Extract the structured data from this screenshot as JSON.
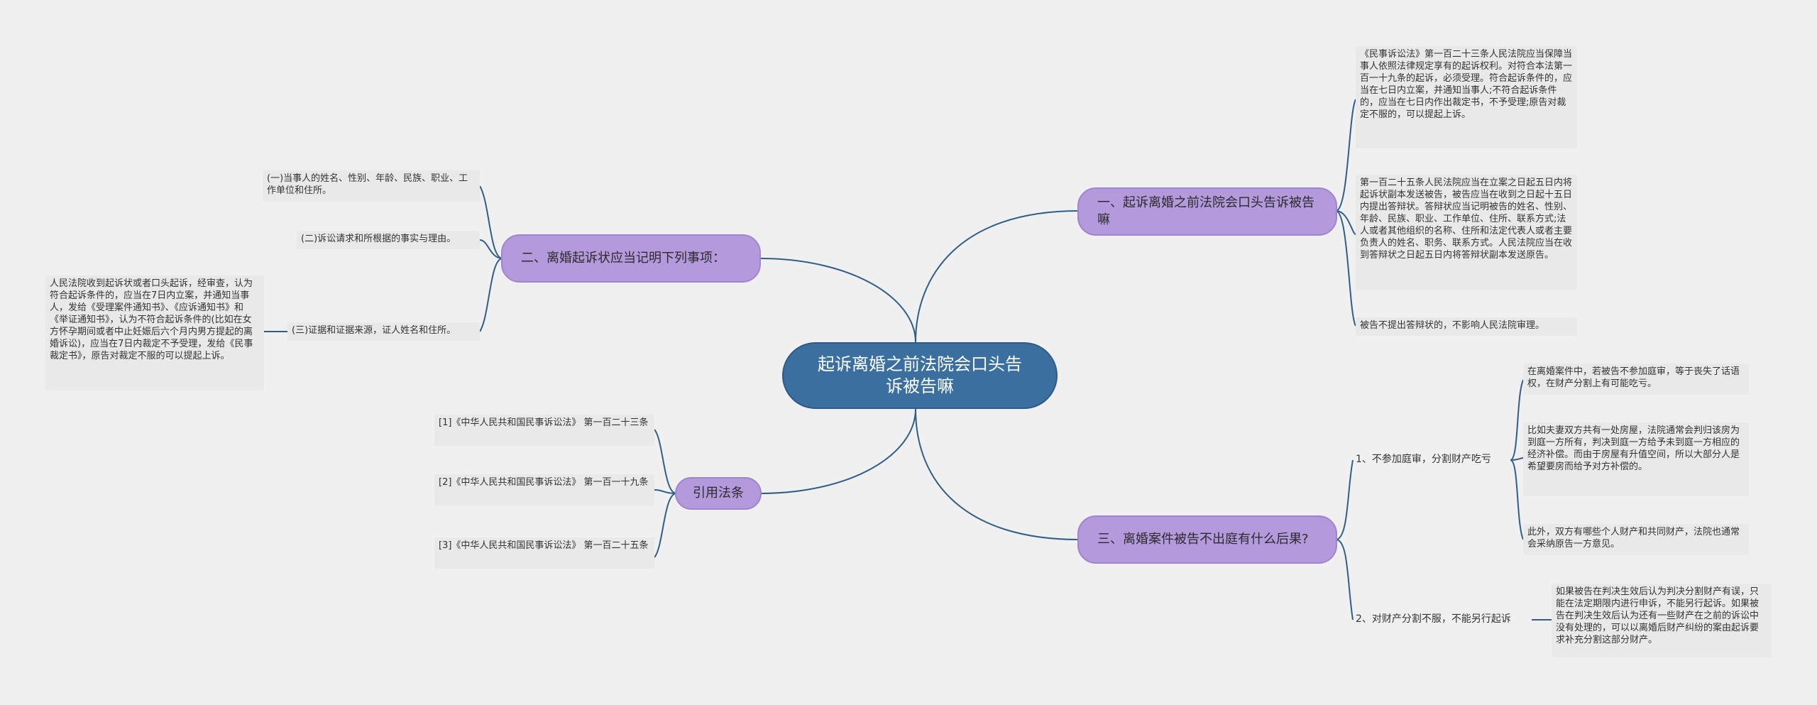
{
  "root": {
    "title": "起诉离婚之前法院会口头告诉被告嘛"
  },
  "branches": {
    "b1": {
      "title": "一、起诉离婚之前法院会口头告诉被告嘛",
      "leaves": [
        "《民事诉讼法》第一百二十三条人民法院应当保障当事人依照法律规定享有的起诉权利。对符合本法第一百一十九条的起诉，必须受理。符合起诉条件的，应当在七日内立案，并通知当事人;不符合起诉条件的，应当在七日内作出裁定书，不予受理;原告对裁定不服的，可以提起上诉。",
        "第一百二十五条人民法院应当在立案之日起五日内将起诉状副本发送被告，被告应当在收到之日起十五日内提出答辩状。答辩状应当记明被告的姓名、性别、年龄、民族、职业、工作单位、住所、联系方式;法人或者其他组织的名称、住所和法定代表人或者主要负责人的姓名、职务、联系方式。人民法院应当在收到答辩状之日起五日内将答辩状副本发送原告。",
        "被告不提出答辩状的，不影响人民法院审理。"
      ]
    },
    "b2": {
      "title": "二、离婚起诉状应当记明下列事项：",
      "leaves": [
        "(一)当事人的姓名、性别、年龄、民族、职业、工作单位和住所。",
        "(二)诉讼请求和所根据的事实与理由。",
        "(三)证据和证据来源，证人姓名和住所。"
      ],
      "note": "人民法院收到起诉状或者口头起诉，经审查，认为符合起诉条件的，应当在7日内立案，并通知当事人，发给《受理案件通知书》、《应诉通知书》和《举证通知书》，认为不符合起诉条件的(比如在女方怀孕期间或者中止妊娠后六个月内男方提起的离婚诉讼)，应当在7日内裁定不予受理，发给《民事裁定书》，原告对裁定不服的可以提起上诉。"
    },
    "b3": {
      "title": "三、离婚案件被告不出庭有什么后果?",
      "sub1": {
        "label": "1、不参加庭审，分割财产吃亏",
        "leaves": [
          "在离婚案件中，若被告不参加庭审，等于丧失了话语权，在财产分割上有可能吃亏。",
          "比如夫妻双方共有一处房屋，法院通常会判归该房为到庭一方所有，判决到庭一方给予未到庭一方相应的经济补偿。而由于房屋有升值空间，所以大部分人是希望要房而给予对方补偿的。",
          "此外，双方有哪些个人财产和共同财产，法院也通常会采纳原告一方意见。"
        ]
      },
      "sub2": {
        "label": "2、对财产分割不服，不能另行起诉",
        "leaves": [
          "如果被告在判决生效后认为判决分割财产有误，只能在法定期限内进行申诉，不能另行起诉。如果被告在判决生效后认为还有一些财产在之前的诉讼中没有处理的，可以以离婚后财产纠纷的案由起诉要求补充分割这部分财产。"
        ]
      }
    },
    "b4": {
      "title": "引用法条",
      "leaves": [
        "[1]《中华人民共和国民事诉讼法》 第一百二十三条",
        "[2]《中华人民共和国民事诉讼法》 第一百一十九条",
        "[3]《中华人民共和国民事诉讼法》 第一百二十五条"
      ]
    }
  },
  "colors": {
    "root": "#3a6f9f",
    "branch": "#b49add",
    "leaf": "#e9e9e9",
    "line": "#2f5f88"
  }
}
